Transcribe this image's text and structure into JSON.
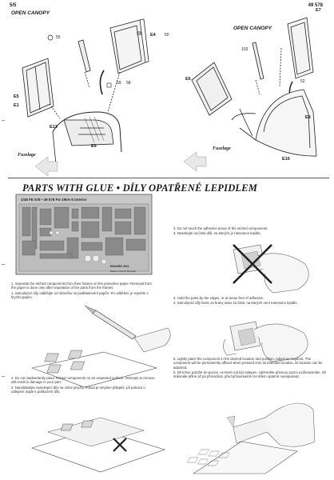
{
  "header": {
    "page": "5/5",
    "code": "49 578"
  },
  "sections": {
    "left_title": "OPEN CANOPY",
    "right_title": "OPEN CANOPY"
  },
  "labels": {
    "n55": "55",
    "e4": "E4",
    "n50": "50",
    "e5": "E5",
    "e1": "E1",
    "n59": "59",
    "n58": "58",
    "e13": "E13",
    "e9": "E9",
    "fuselage_left": "Fuselage",
    "n103": "103",
    "e7": "E7",
    "e6": "E6",
    "n52": "52",
    "e8": "E8",
    "e16": "E16",
    "fuselage_right": "Fuselage"
  },
  "banner": {
    "text": "PARTS WITH GLUE  •  DÍLY OPATŘENÉ LEPIDLEM"
  },
  "fret": {
    "line": "1/48    FE 578  •  49 578   Fw 190A-5 interior",
    "maker": "EDUARD 2011",
    "made": "Made in Czech Republic"
  },
  "steps": {
    "s1_en": "1. Separate the etched components from their frames on the protective paper. Removal from the paper is done only after separation of the parts from the frames.",
    "s1_cz": "1. Samolepicí díly oddělujte od rámečku na podkladovém papíře. Po oddělení je sejměte z krycho papiru.",
    "s2_en": "2. Do not inadvertantly place etched components on an unwanted surface. Attempts to remove will result in damage to your part.",
    "s2_cz": "2. Nepokládejte samolepicí díly na volné plochy. Pokud je omylem přilepite, při pokusu o odlepení dojde k poškození dílu.",
    "s3_en": "3. Do not touch the adhesive areas of the etched components.",
    "s3_cz": "3. Nesahejte na části dílů, na kterých je naneseno lepidlo.",
    "s4_en": "4. Hold the parts by the edges, or at areas free of adhesive.",
    "s4_cz": "4. Samolepicí díly berte za hrany nebo za části, na kterých není naneseno lepidlo.",
    "s5_en": "5. Lightly place the component in the desired location and position. Adjust as required. The component will be permanently affixed when pressed onto its intended location, its location can be adjusted.",
    "s5_cz": "5. Díl lehce položte do pozice, ve které má být nalepen. Upřesněte přesnou pozici a přimackněte. Díl dokonale přilne až po přimackuti, před přimackuitím lze dílem opatrně manipulovat."
  },
  "colors": {
    "ink": "#1a1a1a",
    "fret_metal": "#c9c9c9",
    "fret_dark": "#8a8a8a",
    "banner_text": "#111111"
  }
}
